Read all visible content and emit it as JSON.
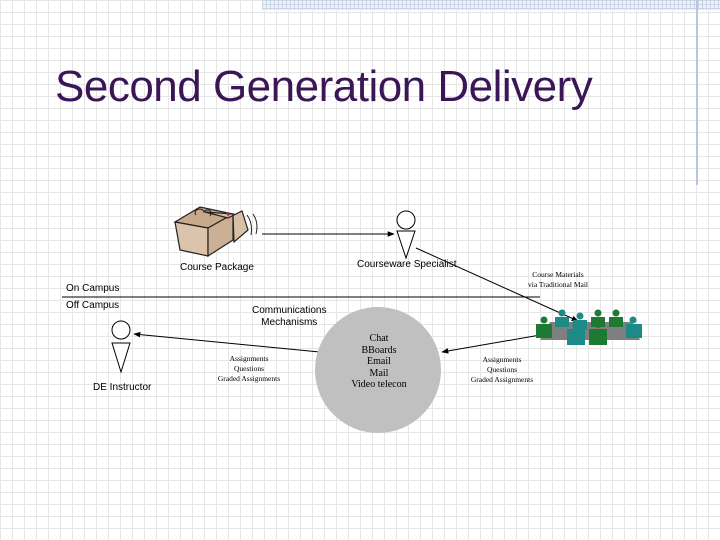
{
  "slide": {
    "title": "Second Generation Delivery"
  },
  "labels": {
    "course_package": "Course Package",
    "courseware_specialist": "Courseware Specialist",
    "course_materials": [
      "Course Materials",
      "via Traditional Mail"
    ],
    "on_campus": "On Campus",
    "off_campus": "Off Campus",
    "communications": [
      "Communications",
      "Mechanisms"
    ],
    "de_instructor": "DE Instructor",
    "left_items": [
      "Assignments",
      "Questions",
      "Graded Assignments"
    ],
    "right_items": [
      "Assignments",
      "Questions",
      "Graded Assignments"
    ],
    "mechanisms": [
      "Chat",
      "BBoards",
      "Email",
      "Mail",
      "Video telecon"
    ]
  },
  "colors": {
    "title": "#3b1657",
    "circle": "#c0c0c0",
    "student_green": "#1e7a32",
    "student_teal": "#1e8a87",
    "table": "#7f7f7f",
    "package": "#d9bfa6"
  },
  "icons": {
    "package": "box-package-icon",
    "specialist": "person-icon",
    "instructor": "person-icon",
    "students": "classroom-group-icon"
  }
}
